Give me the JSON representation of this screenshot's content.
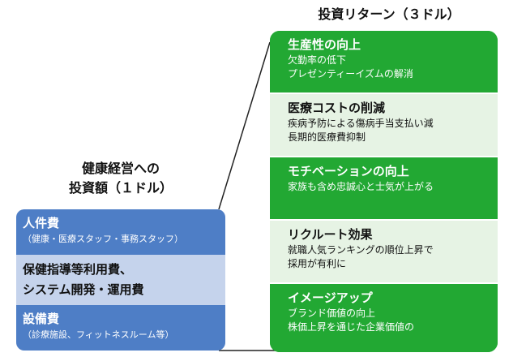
{
  "return_title": "投資リターン（３ドル）",
  "invest_title": {
    "line1": "健康経営への",
    "line2": "投資額（１ドル）"
  },
  "investments": [
    {
      "head": "人件費",
      "sub": "（健康・医療スタッフ・事務スタッフ）"
    },
    {
      "line1": "保健指導等利用費、",
      "line2": "システム開発・運用費"
    },
    {
      "head": "設備費",
      "sub": "（診療施設、フィットネスルーム等）"
    }
  ],
  "returns": [
    {
      "head": "生産性の向上",
      "lines": [
        "欠勤率の低下",
        "プレゼンティーイズムの解消"
      ]
    },
    {
      "head": "医療コストの削減",
      "lines": [
        "疾病予防による傷病手当支払い減",
        "長期的医療費抑制"
      ]
    },
    {
      "head": "モチベーションの向上",
      "lines": [
        "家族も含め忠誠心と士気が上がる"
      ]
    },
    {
      "head": "リクルート効果",
      "lines": [
        "就職人気ランキングの順位上昇で",
        "採用が有利に"
      ]
    },
    {
      "head": "イメージアップ",
      "lines": [
        "ブランド価値の向上",
        "株価上昇を通じた企業価値の"
      ]
    }
  ],
  "colors": {
    "invest_dark": "#4e7ec6",
    "invest_light": "#c5d3ec",
    "return_green": "#22a833",
    "return_light": "#e6f3e4"
  }
}
